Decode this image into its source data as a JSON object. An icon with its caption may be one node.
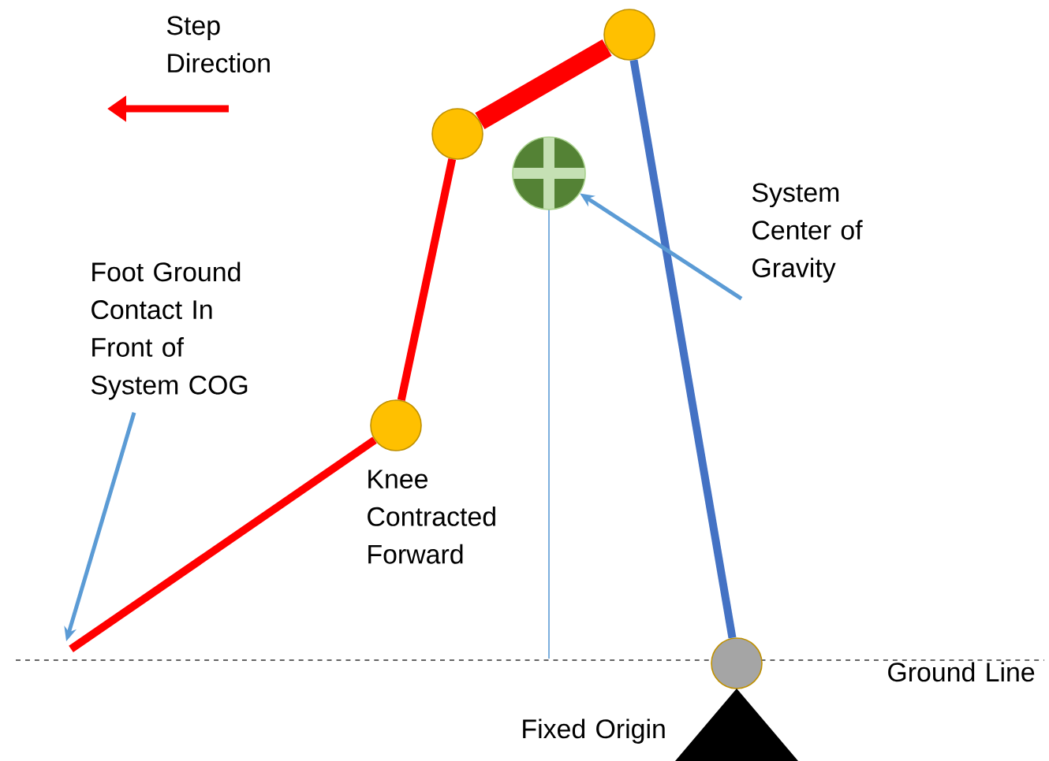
{
  "diagram": {
    "nodes": [
      {
        "text": [],
        "shape": "circle"
      },
      {
        "text": [],
        "shape": "circle"
      },
      {
        "text": [],
        "shape": "circle",
        "beside": [
          "Knee Contracted Forward"
        ]
      },
      {
        "text": [],
        "shape": "circle"
      },
      {
        "text": [],
        "shape": "circle"
      },
      {
        "text": [
          "Foot Ground Contact In Front of System COG"
        ]
      },
      {
        "text": [
          "System Center of Gravity"
        ]
      },
      {
        "text": [],
        "shape": "triangle"
      }
    ],
    "edges": [
      {
        "from": 1,
        "to": 0,
        "arrow": "none",
        "style": "thick"
      },
      {
        "from": 0,
        "to": 3,
        "arrow": "none",
        "color": "#4472c4"
      },
      {
        "from": 1,
        "to": 2,
        "arrow": "none"
      },
      {
        "from": 2,
        "to": null,
        "arrow": "none"
      },
      {
        "from": 5,
        "to": null,
        "arrow": "to",
        "color": "#5b9bd5"
      },
      {
        "from": 6,
        "to": 4,
        "arrow": "to",
        "color": "#5b9bd5"
      }
    ],
    "labels": [
      "Step Direction",
      "Ground Line",
      "Fixed Origin"
    ]
  }
}
